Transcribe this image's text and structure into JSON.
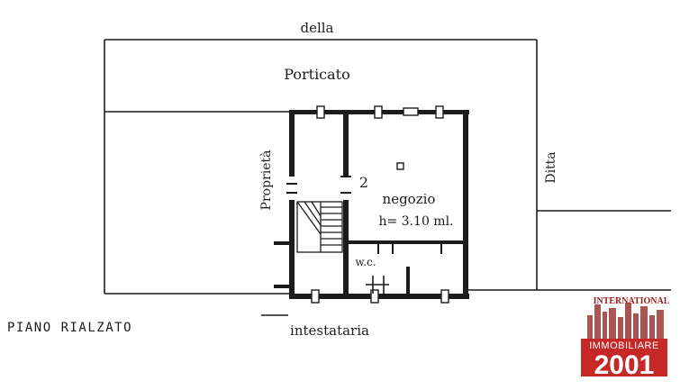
{
  "labels": {
    "street_top": "della",
    "portico": "Porticato",
    "left_owner": "Proprietà",
    "right_owner": "Ditta",
    "bottom_owner": "intestataria",
    "room_number": "2",
    "room_name": "negozio",
    "ceiling_height": "h= 3.10 ml.",
    "wc": "w.c.",
    "floor_title": "PIANO RIALZATO"
  },
  "watermark": {
    "line1": "INTERNATIONAL",
    "line2": "IMMOBILIARE",
    "line3": "2001",
    "color_red": "#c62828",
    "color_dark_red": "#8e1b1b"
  }
}
